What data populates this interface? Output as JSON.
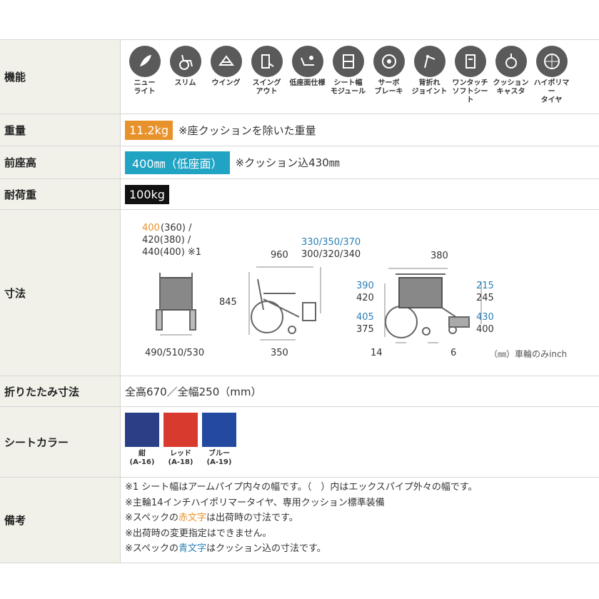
{
  "rows": {
    "function": {
      "label": "機能"
    },
    "weight": {
      "label": "重量",
      "badge": "11.2kg",
      "note": "※座クッションを除いた重量"
    },
    "seat_height": {
      "label": "前座高",
      "badge": "400㎜（低座面）",
      "note": "※クッション込430㎜"
    },
    "load": {
      "label": "耐荷重",
      "badge": "100kg"
    },
    "dimensions": {
      "label": "寸法"
    },
    "folded": {
      "label": "折りたたみ寸法",
      "value": "全高670／全幅250（mm）"
    },
    "seat_color": {
      "label": "シートカラー"
    },
    "notes": {
      "label": "備考"
    }
  },
  "features": [
    {
      "name": "new-light",
      "caption": "ニュー\nライト",
      "icon": "feather-icon"
    },
    {
      "name": "slim",
      "caption": "スリム",
      "icon": "wheelchair-slim-icon"
    },
    {
      "name": "swing",
      "caption": "ウイング",
      "icon": "wing-icon"
    },
    {
      "name": "swing-out",
      "caption": "スイング\nアウト",
      "icon": "swing-out-icon"
    },
    {
      "name": "low-seat",
      "caption": "低座面仕様",
      "icon": "low-seat-icon"
    },
    {
      "name": "seat-width",
      "caption": "シート幅\nモジュール",
      "icon": "seat-width-icon"
    },
    {
      "name": "servo-brake",
      "caption": "サーボ\nブレーキ",
      "icon": "brake-icon"
    },
    {
      "name": "fold-joint",
      "caption": "背折れ\nジョイント",
      "icon": "fold-joint-icon"
    },
    {
      "name": "one-touch",
      "caption": "ワンタッチ\nソフトシート",
      "icon": "one-touch-icon"
    },
    {
      "name": "cushion-caster",
      "caption": "クッション\nキャスタ",
      "icon": "caster-icon"
    },
    {
      "name": "high-polymer",
      "caption": "ハイポリマー\nタイヤ",
      "icon": "tire-icon"
    }
  ],
  "dimensions": {
    "seat_widths": {
      "orange": "400",
      "line1_rest": "(360) /",
      "line2": "420(380) /",
      "line3": "440(400) ※1"
    },
    "front_width": "490/510/530",
    "height": "845",
    "length": "960",
    "wheelbase": "350",
    "seat_depth_blue": "330/350/370",
    "seat_depth": "300/320/340",
    "arm_width": "380",
    "armrest_blue": "390",
    "armrest": "420",
    "seat_h_blue": "405",
    "seat_h": "375",
    "back_blue": "215",
    "back": "245",
    "front_seat_blue": "430",
    "front_seat": "400",
    "wheel_rear": "14",
    "wheel_front": "6",
    "unit_note": "（㎜）車輪のみinch"
  },
  "colors": [
    {
      "name": "紺",
      "code": "(A-16)",
      "hex": "#2c3f86"
    },
    {
      "name": "レッド",
      "code": "(A-18)",
      "hex": "#d83a2e"
    },
    {
      "name": "ブルー",
      "code": "(A-19)",
      "hex": "#234aa0"
    }
  ],
  "notes": {
    "line1": "※1 シート幅はアームパイプ内々の幅です。（　）内はエックスパイプ外々の幅です。",
    "line2": "※主輪14インチハイポリマータイヤ、専用クッション標準装備",
    "line3_pre": "※スペックの",
    "line3_em": "赤文字",
    "line3_post": "は出荷時の寸法です。",
    "line4": "※出荷時の変更指定はできません。",
    "line5_pre": "※スペックの",
    "line5_em": "青文字",
    "line5_post": "はクッション込の寸法です。"
  },
  "accent": {
    "orange": "#e8922c",
    "blue": "#21a3c4",
    "text_blue": "#2a7fb5"
  }
}
